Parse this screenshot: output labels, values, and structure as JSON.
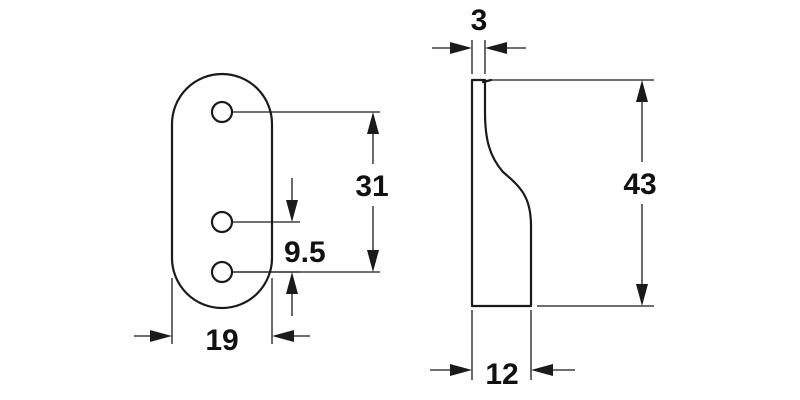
{
  "dimensions": {
    "width": "19",
    "height_holes": "31",
    "hole_pitch": "9.5",
    "thickness": "3",
    "overall_height": "43",
    "depth": "12"
  }
}
